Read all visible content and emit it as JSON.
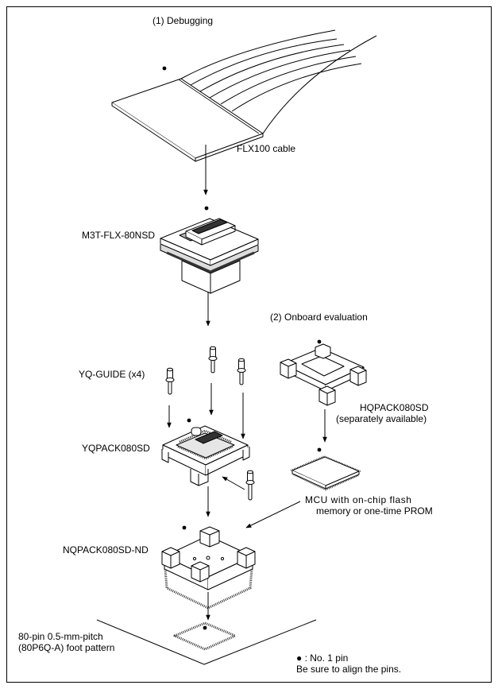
{
  "labels": {
    "debugging": "(1) Debugging",
    "flx_cable": "FLX100 cable",
    "m3t": "M3T-FLX-80NSD",
    "onboard": "(2) Onboard evaluation",
    "yq_guide": "YQ-GUIDE (x4)",
    "hqpack": "HQPACK080SD",
    "separately": "(separately available)",
    "yqpack": "YQPACK080SD",
    "mcu_line1": "MCU with on-chip flash",
    "mcu_line2": "memory or one-time PROM",
    "nqpack": "NQPACK080SD-ND",
    "foot_line1": "80-pin 0.5-mm-pitch",
    "foot_line2": "(80P6Q-A) foot pattern",
    "legend_line1": "● : No. 1 pin",
    "legend_line2": "Be sure to align the pins."
  },
  "colors": {
    "line": "#000000",
    "fill": "#ffffff",
    "shade": "#cfcfcf",
    "dark": "#333333"
  }
}
